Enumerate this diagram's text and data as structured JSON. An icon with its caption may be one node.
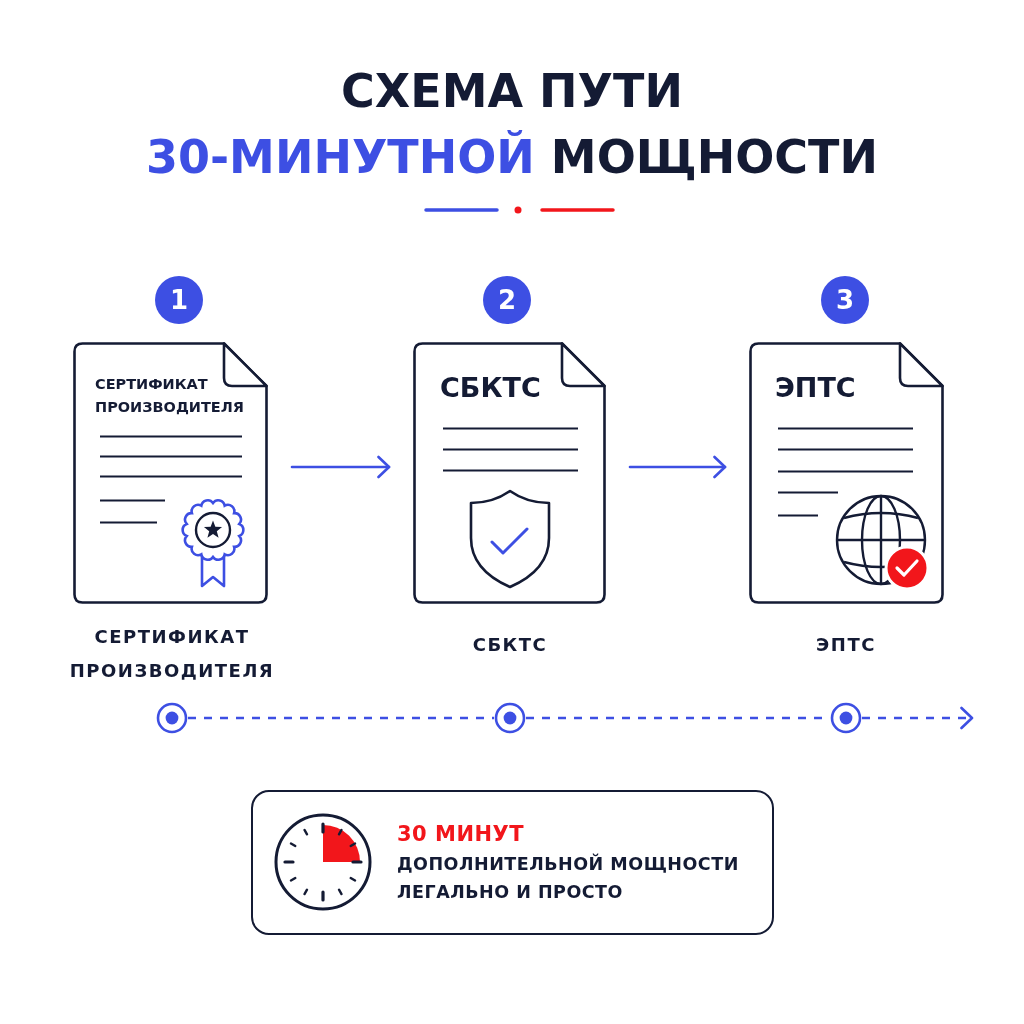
{
  "diagram": {
    "title": "СХЕМА ПУТИ **30-МИНУТНОЙ** МОЩНОСТИ",
    "nodes": [
      {
        "text": [
          "1"
        ]
      },
      {
        "text": [
          "СЕРТИФИКАТ ПРОИЗВОДИТЕЛЯ"
        ],
        "beside": [
          "СЕРТИФИКАТ ПРОИЗВОДИТЕЛЯ"
        ]
      },
      {
        "text": [
          "2"
        ]
      },
      {
        "text": [
          "СБКТС"
        ],
        "beside": [
          "СБКТС"
        ]
      },
      {
        "text": [
          "3"
        ]
      },
      {
        "text": [
          "ЭПТС"
        ],
        "beside": [
          "ЭПТС"
        ]
      },
      {
        "text": [],
        "shape": "circle"
      },
      {
        "text": [],
        "shape": "circle"
      },
      {
        "text": [],
        "shape": "circle"
      },
      {
        "text": [
          "30 МИНУТ",
          "ДОПОЛНИТЕЛЬНОЙ МОЩНОСТИ ЛЕГАЛЬНО И ПРОСТО"
        ]
      }
    ],
    "edges": [
      {
        "from": 1,
        "to": 3,
        "arrow": "to"
      },
      {
        "from": 3,
        "to": 5,
        "arrow": "to"
      },
      {
        "from": 6,
        "to": 7,
        "arrow": "none",
        "style": "dashed"
      },
      {
        "from": 7,
        "to": 8,
        "arrow": "none",
        "style": "dashed"
      },
      {
        "from": 8,
        "to": null,
        "arrow": "to",
        "style": "dashed"
      }
    ]
  }
}
